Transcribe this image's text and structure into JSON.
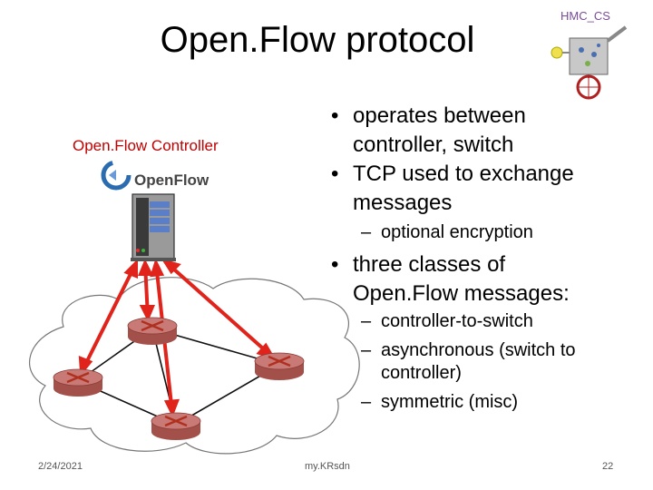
{
  "slide": {
    "title": "Open.Flow protocol",
    "controller_label": "Open.Flow Controller",
    "logo_text": "OpenFlow",
    "corner_logo_text": "HMC_CS",
    "bullets": [
      {
        "level": 1,
        "text": "operates between controller, switch"
      },
      {
        "level": 1,
        "text": "TCP used to exchange messages"
      },
      {
        "level": 2,
        "text": "optional encryption"
      },
      {
        "level": 1,
        "text": "three classes of Open.Flow messages:"
      },
      {
        "level": 2,
        "text": "controller-to-switch"
      },
      {
        "level": 2,
        "text": "asynchronous (switch to controller)"
      },
      {
        "level": 2,
        "text": "symmetric (misc)"
      }
    ],
    "footer": {
      "date": "2/24/2021",
      "center": "my.KRsdn",
      "page": "22"
    },
    "colors": {
      "controller_label": "#c00000",
      "control_links": "#e0231b",
      "router_body": "#c97a76",
      "router_x": "#b03020"
    }
  }
}
